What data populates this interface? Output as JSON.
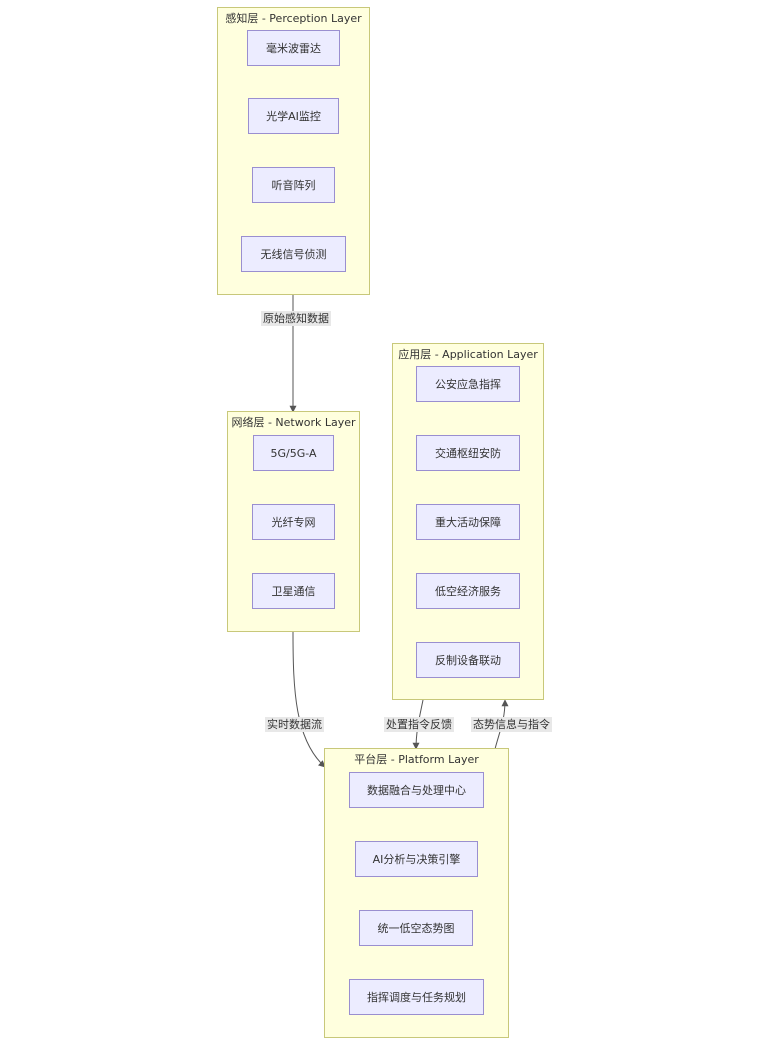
{
  "layers": {
    "perception": {
      "title": "感知层 - Perception Layer",
      "nodes": [
        "毫米波雷达",
        "光学AI监控",
        "听音阵列",
        "无线信号侦测"
      ]
    },
    "network": {
      "title": "网络层 - Network Layer",
      "nodes": [
        "5G/5G-A",
        "光纤专网",
        "卫星通信"
      ]
    },
    "application": {
      "title": "应用层 - Application Layer",
      "nodes": [
        "公安应急指挥",
        "交通枢纽安防",
        "重大活动保障",
        "低空经济服务",
        "反制设备联动"
      ]
    },
    "platform": {
      "title": "平台层 - Platform Layer",
      "nodes": [
        "数据融合与处理中心",
        "AI分析与决策引擎",
        "统一低空态势图",
        "指挥调度与任务规划"
      ]
    }
  },
  "edges": {
    "perception_to_network": "原始感知数据",
    "network_to_platform": "实时数据流",
    "application_to_platform": "处置指令反馈",
    "platform_to_application": "态势信息与指令"
  },
  "colors": {
    "cluster_fill": "#ffffde",
    "cluster_border": "#c8c87a",
    "node_fill": "#ececff",
    "node_border": "#9a8fd0",
    "edge": "#555555"
  }
}
